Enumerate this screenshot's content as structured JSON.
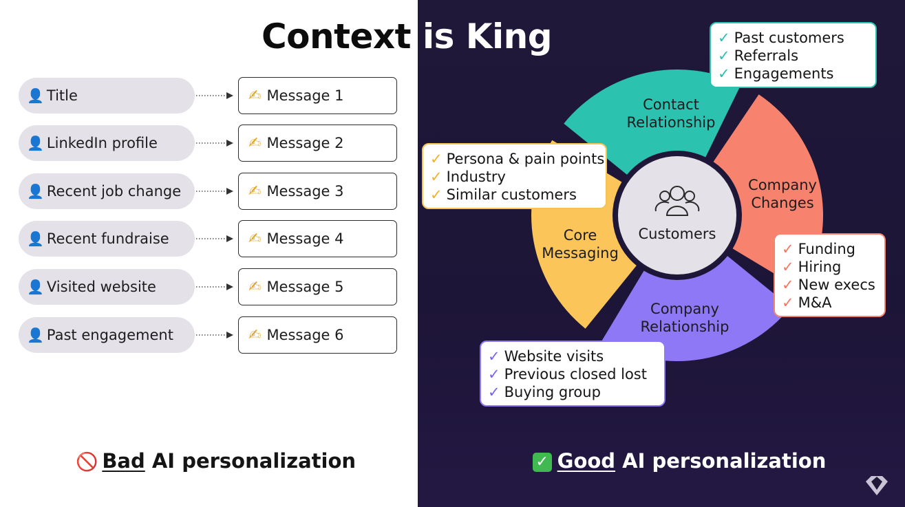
{
  "title": {
    "part1": "Context",
    "part2": " is King"
  },
  "bad": {
    "rows": [
      {
        "signal": "Title",
        "message": "Message 1"
      },
      {
        "signal": "LinkedIn profile",
        "message": "Message 2"
      },
      {
        "signal": "Recent job change",
        "message": "Message 3"
      },
      {
        "signal": "Recent fundraise",
        "message": "Message 4"
      },
      {
        "signal": "Visited website",
        "message": "Message 5"
      },
      {
        "signal": "Past engagement",
        "message": "Message 6"
      }
    ],
    "caption": {
      "emphasis": "Bad",
      "rest": " AI personalization"
    }
  },
  "good": {
    "center_label": "Customers",
    "segments": {
      "contact": {
        "line1": "Contact",
        "line2": "Relationship"
      },
      "changes": {
        "line1": "Company",
        "line2": "Changes"
      },
      "relationship": {
        "line1": "Company",
        "line2": "Relationship"
      },
      "core": {
        "line1": "Core",
        "line2": "Messaging"
      }
    },
    "callouts": {
      "contact": [
        "Past customers",
        "Referrals",
        "Engagements"
      ],
      "core": [
        "Persona & pain points",
        "Industry",
        "Similar customers"
      ],
      "changes": [
        "Funding",
        "Hiring",
        "New execs",
        "M&A"
      ],
      "relationship": [
        "Website visits",
        "Previous closed lost",
        "Buying group"
      ]
    },
    "caption": {
      "emphasis": "Good",
      "rest": " AI personalization"
    }
  },
  "colors": {
    "contact": "#2bc2b0",
    "changes": "#f7836f",
    "relationship": "#8f78f5",
    "core": "#fbc55a",
    "center": "#e4e2e8",
    "dark_bg": "#201838"
  },
  "icons": {
    "person": "person-icon",
    "writing": "writing-hand-icon",
    "check": "checkmark-icon",
    "no_entry": "prohibited-icon",
    "check_box": "check-mark-button-icon",
    "customers": "group-icon",
    "logo": "gem-logo-icon"
  }
}
